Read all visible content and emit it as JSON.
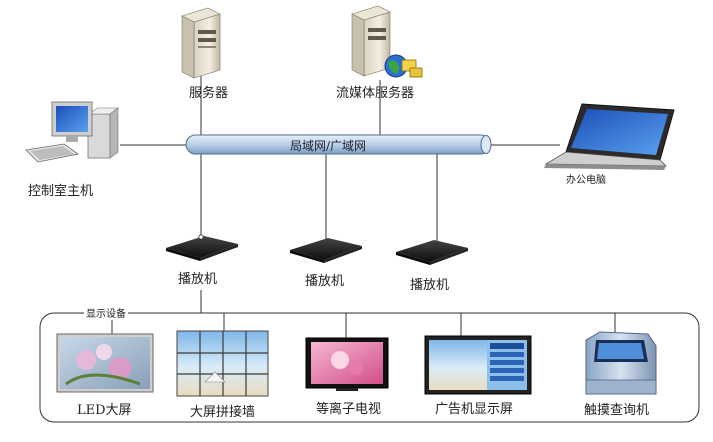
{
  "network": {
    "bus_label": "局域网/广域网"
  },
  "servers": {
    "app_server": {
      "label": "服务器"
    },
    "media_server": {
      "label": "流媒体服务器"
    }
  },
  "clients": {
    "control_host": {
      "label": "控制室主机"
    },
    "office_pc": {
      "label": "办公电脑"
    }
  },
  "players": [
    {
      "label": "播放机"
    },
    {
      "label": "播放机"
    },
    {
      "label": "播放机"
    }
  ],
  "display_group": {
    "title": "显示设备",
    "devices": [
      {
        "label": "LED大屏",
        "icon": "led-screen-icon"
      },
      {
        "label": "大屏拼接墙",
        "icon": "video-wall-icon"
      },
      {
        "label": "等离子电视",
        "icon": "plasma-tv-icon"
      },
      {
        "label": "广告机显示屏",
        "icon": "ad-display-icon"
      },
      {
        "label": "触摸查询机",
        "icon": "kiosk-icon"
      }
    ]
  },
  "colors": {
    "bus_fill": "#c9dcef",
    "bus_stroke": "#4a6f96",
    "line": "#333333",
    "player_body": "#1e1e1e"
  }
}
